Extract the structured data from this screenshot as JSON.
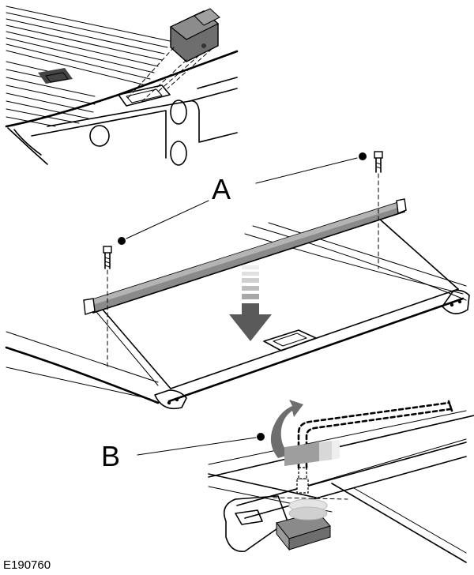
{
  "callouts": {
    "a": "A",
    "b": "B"
  },
  "figure_code": "E190760",
  "colors": {
    "ink": "#000000",
    "rail": "#8a8a8a",
    "component": "#6e6e6e",
    "arrow_dark": "#5a5a5a",
    "arrow_light": "#d8d8d8",
    "background": "#ffffff"
  },
  "icons": {
    "install_arrow": "down-arrow-icon",
    "tighten_arrow": "rotate-arrow-icon",
    "tool": "hex-key-icon"
  }
}
